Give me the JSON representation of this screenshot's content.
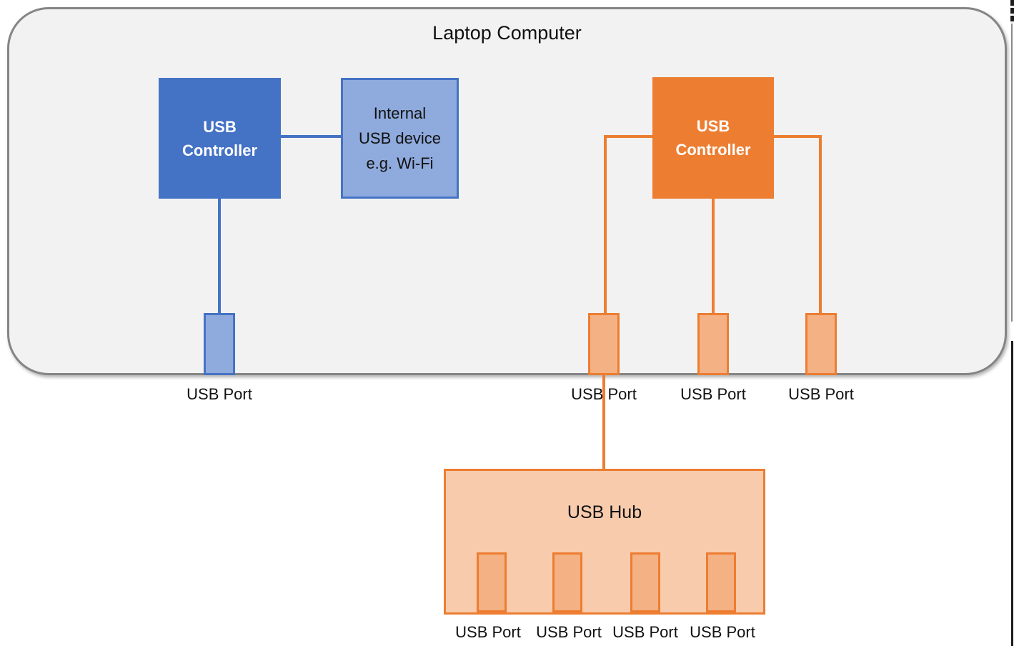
{
  "title": "Laptop Computer",
  "colors": {
    "blue": "#4472C4",
    "light_blue": "#8FAADC",
    "orange": "#ED7D31",
    "light_orange": "#F4B183",
    "hub_fill": "#F8CBAD",
    "laptop_fill": "#F2F2F2",
    "laptop_border": "#858585",
    "artifact_dark": "#1c1c1c",
    "artifact_gray": "#8a8a8a"
  },
  "blue_controller": {
    "line1": "USB",
    "line2": "Controller"
  },
  "internal_device": {
    "line1": "Internal",
    "line2": "USB device",
    "line3": "e.g. Wi-Fi"
  },
  "orange_controller": {
    "line1": "USB",
    "line2": "Controller"
  },
  "laptop_ports": [
    {
      "label": "USB Port"
    },
    {
      "label": "USB Port"
    },
    {
      "label": "USB Port"
    },
    {
      "label": "USB Port"
    }
  ],
  "hub": {
    "label": "USB Hub",
    "ports": [
      {
        "label": "USB Port"
      },
      {
        "label": "USB Port"
      },
      {
        "label": "USB Port"
      },
      {
        "label": "USB Port"
      }
    ]
  }
}
